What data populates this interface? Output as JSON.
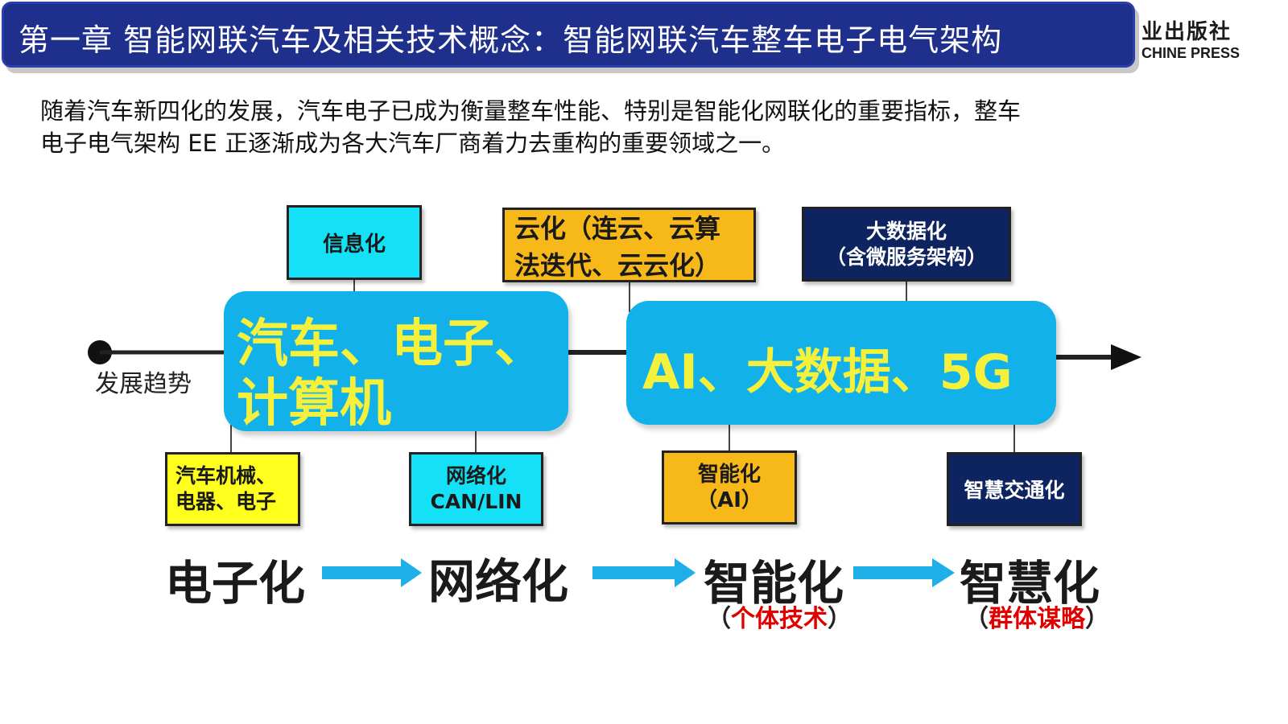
{
  "header": {
    "title": "第一章  智能网联汽车及相关技术概念：智能网联汽车整车电子电气架构",
    "logo_cn": "业出版社",
    "logo_en": "CHINE PRESS"
  },
  "intro": {
    "line1": "随着汽车新四化的发展，汽车电子已成为衡量整车性能、特别是智能化网联化的重要指标，整车",
    "line2": "电子电气架构 EE 正逐渐成为各大汽车厂商着力去重构的重要领域之一。"
  },
  "diagram": {
    "trend_label": "发展趋势",
    "blob_left": {
      "line1": "汽车、电子、",
      "line2": "计算机"
    },
    "blob_right": "AI、大数据、5G",
    "top_boxes": {
      "info": "信息化",
      "cloud_line1": "云化（连云、云算",
      "cloud_line2": "法迭代、云云化）",
      "bigdata_line1": "大数据化",
      "bigdata_line2": "（含微服务架构）"
    },
    "bottom_boxes": {
      "mech_line1": "汽车机械、",
      "mech_line2": "电器、电子",
      "net_line1": "网络化",
      "net_line2": "CAN/LIN",
      "ai_line1": "智能化",
      "ai_line2": "（AI）",
      "traffic": "智慧交通化"
    },
    "stages": {
      "s1": "电子化",
      "s2": "网络化",
      "s3": "智能化",
      "s4": "智慧化"
    },
    "stage_notes": {
      "s3_open": "（",
      "s3_red": "个体技术",
      "s3_close": "）",
      "s4_open": "（",
      "s4_red": "群体谋略",
      "s4_close": "）"
    },
    "colors": {
      "header_bg": "#1f2f8c",
      "blob": "#12b1ea",
      "blob_text": "#f4f03c",
      "flow_arrow": "#1eaee8",
      "highlight_red": "#e00000"
    }
  }
}
